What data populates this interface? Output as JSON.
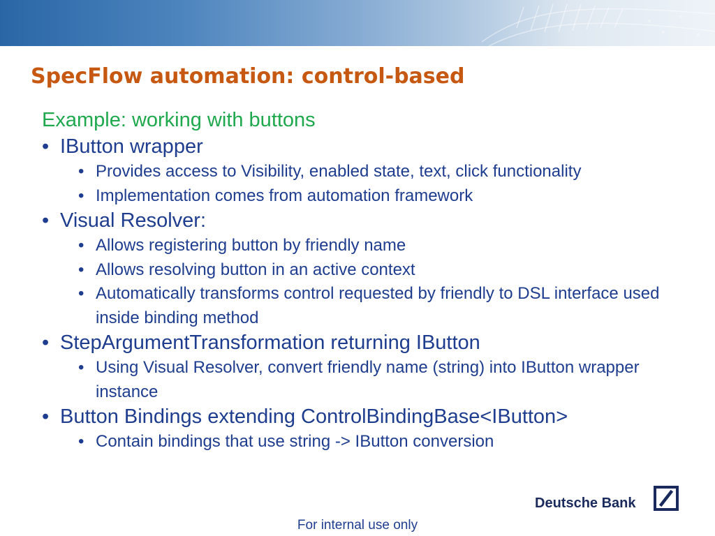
{
  "slide": {
    "title": "SpecFlow automation: control-based",
    "subtitle": "Example: working with buttons",
    "bullet_glyph": "•",
    "items": [
      {
        "text": "IButton wrapper",
        "children": [
          "Provides access to Visibility, enabled state, text, click functionality",
          "Implementation comes from automation framework"
        ]
      },
      {
        "text": "Visual Resolver:",
        "children": [
          "Allows registering button by friendly name",
          "Allows resolving button in an active context",
          "Automatically transforms control requested by friendly to DSL interface used inside binding method"
        ]
      },
      {
        "text": "StepArgumentTransformation returning IButton",
        "children": [
          "Using Visual Resolver, convert friendly name (string) into IButton wrapper instance"
        ]
      },
      {
        "text": "Button Bindings extending ControlBindingBase<IButton>",
        "children": [
          "Contain bindings that use string -> IButton conversion"
        ]
      }
    ],
    "footer": "For internal use only",
    "logo_text": "Deutsche Bank",
    "colors": {
      "title": "#c65811",
      "subtitle": "#1fa84d",
      "body": "#1f3d8f",
      "logo": "#1a2a5c"
    }
  }
}
